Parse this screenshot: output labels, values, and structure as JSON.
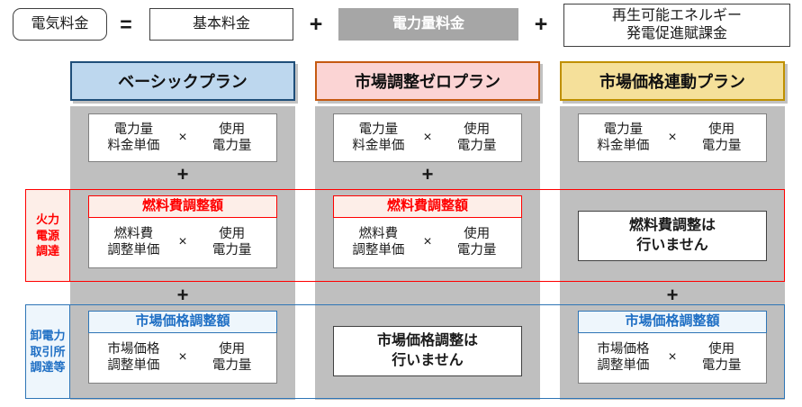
{
  "formula": {
    "result_label": "電気料金",
    "equals": "=",
    "plus": "+",
    "terms": [
      {
        "label": "基本料金",
        "style": "plain"
      },
      {
        "label": "電力量料金",
        "style": "gray-highlight"
      },
      {
        "label_line1": "再生可能エネルギー",
        "label_line2": "発電促進賦課金",
        "style": "plain"
      }
    ]
  },
  "side_labels": {
    "thermal": {
      "line1": "火力",
      "line2": "電源",
      "line3": "調達",
      "color": "#ff0000"
    },
    "market": {
      "line1": "卸電力",
      "line2": "取引所",
      "line3": "調達等",
      "color": "#1f6fc4"
    }
  },
  "plans": [
    {
      "id": "basic",
      "header": "ベーシックプラン",
      "header_bg": "#bdd7ee",
      "header_border": "#1f4e79",
      "rows": {
        "energy": {
          "unit_price_line1": "電力量",
          "unit_price_line2": "料金単価",
          "times": "×",
          "usage_line1": "使用",
          "usage_line2": "電力量"
        },
        "fuel": {
          "kind": "formula",
          "title": "燃料費調整額",
          "unit_price_line1": "燃料費",
          "unit_price_line2": "調整単価",
          "times": "×",
          "usage_line1": "使用",
          "usage_line2": "電力量"
        },
        "market": {
          "kind": "formula",
          "title": "市場価格調整額",
          "unit_price_line1": "市場価格",
          "unit_price_line2": "調整単価",
          "times": "×",
          "usage_line1": "使用",
          "usage_line2": "電力量"
        }
      },
      "plus_after_energy": "+",
      "plus_after_fuel": "+"
    },
    {
      "id": "zero",
      "header": "市場調整ゼロプラン",
      "header_bg": "#fbd4d4",
      "header_border": "#c55a11",
      "rows": {
        "energy": {
          "unit_price_line1": "電力量",
          "unit_price_line2": "料金単価",
          "times": "×",
          "usage_line1": "使用",
          "usage_line2": "電力量"
        },
        "fuel": {
          "kind": "formula",
          "title": "燃料費調整額",
          "unit_price_line1": "燃料費",
          "unit_price_line2": "調整単価",
          "times": "×",
          "usage_line1": "使用",
          "usage_line2": "電力量"
        },
        "market": {
          "kind": "message",
          "message_line1": "市場価格調整は",
          "message_line2": "行いません"
        }
      },
      "plus_after_energy": "+",
      "plus_after_fuel": ""
    },
    {
      "id": "linked",
      "header": "市場価格連動プラン",
      "header_bg": "#f5e09a",
      "header_border": "#bf9000",
      "rows": {
        "energy": {
          "unit_price_line1": "電力量",
          "unit_price_line2": "料金単価",
          "times": "×",
          "usage_line1": "使用",
          "usage_line2": "電力量"
        },
        "fuel": {
          "kind": "message",
          "message_line1": "燃料費調整は",
          "message_line2": "行いません"
        },
        "market": {
          "kind": "formula",
          "title": "市場価格調整額",
          "unit_price_line1": "市場価格",
          "unit_price_line2": "調整単価",
          "times": "×",
          "usage_line1": "使用",
          "usage_line2": "電力量"
        }
      },
      "plus_after_energy": "",
      "plus_after_fuel": "+"
    }
  ],
  "colors": {
    "panel_gray": "#bfbfbf",
    "highlight_gray": "#a6a6a6",
    "thermal_outline": "#ff0000",
    "market_outline": "#2e75b6"
  }
}
